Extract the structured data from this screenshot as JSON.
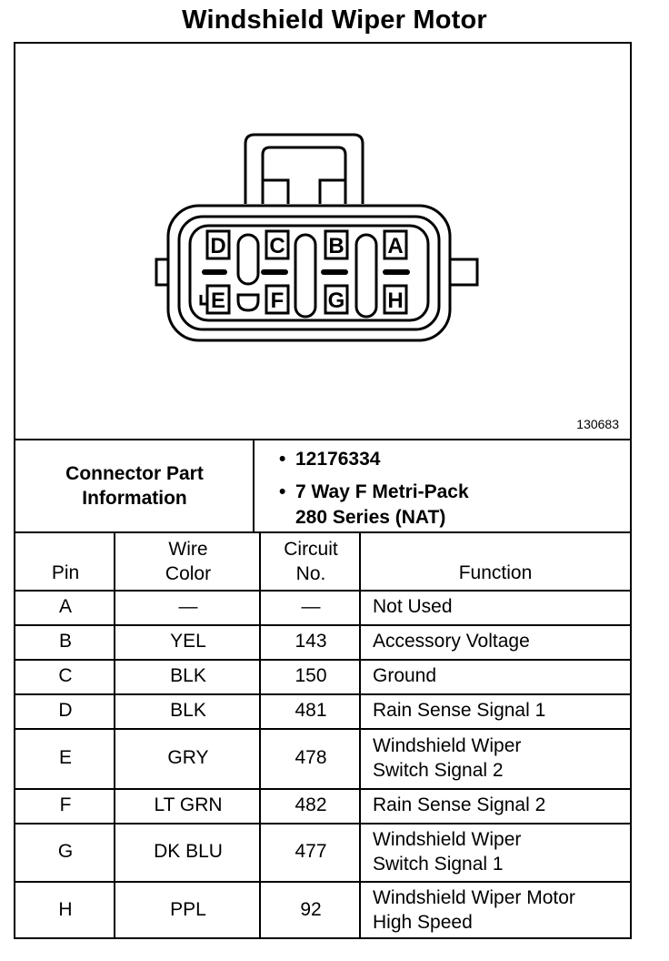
{
  "title": "Windshield Wiper Motor",
  "figure_number": "130683",
  "connector": {
    "terminals_top": [
      "D",
      "C",
      "B",
      "A"
    ],
    "terminals_bottom": [
      "E",
      "F",
      "G",
      "H"
    ]
  },
  "part_info": {
    "label_line1": "Connector Part",
    "label_line2": "Information",
    "items": [
      {
        "line1": "12176334",
        "line2": ""
      },
      {
        "line1": "7 Way F Metri-Pack",
        "line2": "280 Series (NAT)"
      }
    ],
    "bullet": "•"
  },
  "table": {
    "headers": {
      "pin": "Pin",
      "wire_color_1": "Wire",
      "wire_color_2": "Color",
      "circuit_1": "Circuit",
      "circuit_2": "No.",
      "function": "Function"
    },
    "rows": [
      {
        "pin": "A",
        "color": "—",
        "circuit": "—",
        "function1": "Not Used",
        "function2": ""
      },
      {
        "pin": "B",
        "color": "YEL",
        "circuit": "143",
        "function1": "Accessory Voltage",
        "function2": ""
      },
      {
        "pin": "C",
        "color": "BLK",
        "circuit": "150",
        "function1": "Ground",
        "function2": ""
      },
      {
        "pin": "D",
        "color": "BLK",
        "circuit": "481",
        "function1": "Rain Sense Signal 1",
        "function2": ""
      },
      {
        "pin": "E",
        "color": "GRY",
        "circuit": "478",
        "function1": "Windshield Wiper",
        "function2": "Switch Signal 2"
      },
      {
        "pin": "F",
        "color": "LT GRN",
        "circuit": "482",
        "function1": "Rain Sense Signal 2",
        "function2": ""
      },
      {
        "pin": "G",
        "color": "DK BLU",
        "circuit": "477",
        "function1": "Windshield Wiper",
        "function2": "Switch Signal 1"
      },
      {
        "pin": "H",
        "color": "PPL",
        "circuit": "92",
        "function1": "Windshield Wiper Motor",
        "function2": "High Speed"
      }
    ]
  }
}
